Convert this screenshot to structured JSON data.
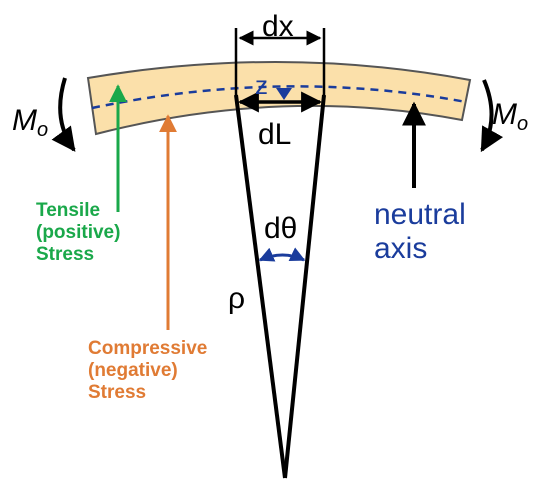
{
  "labels": {
    "dx": "dx",
    "z": "z",
    "dL": "dL",
    "dtheta": "dθ",
    "rho": "ρ",
    "moment_symbol": "M",
    "moment_subscript": "o",
    "neutral_axis_line1": "neutral",
    "neutral_axis_line2": "axis",
    "tensile_line1": "Tensile",
    "tensile_line2": "(positive)",
    "tensile_line3": "Stress",
    "compressive_line1": "Compressive",
    "compressive_line2": "(negative)",
    "compressive_line3": "Stress"
  },
  "colors": {
    "beam_fill": "#fbe0aa",
    "beam_stroke": "#555555",
    "neutral_axis": "#1a3c9c",
    "tensile": "#1aa84a",
    "compressive": "#e07b34",
    "ink": "#000000"
  }
}
